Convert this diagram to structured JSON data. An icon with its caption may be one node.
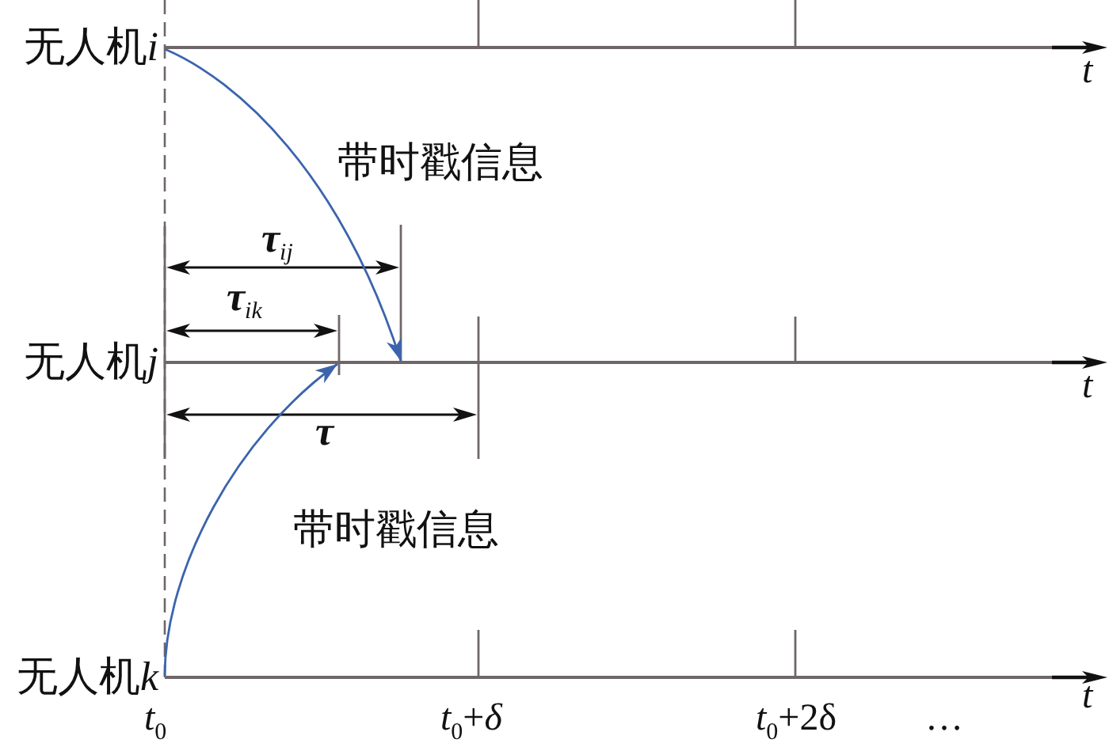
{
  "diagram": {
    "nodes": [
      {
        "text": [
          "无人机i"
        ]
      },
      {
        "text": [
          "无人机j"
        ]
      },
      {
        "text": [
          "无人机k"
        ]
      }
    ],
    "edges": [
      {
        "from": 0,
        "to": 1,
        "arrow": "to",
        "label": "带时戳信息"
      },
      {
        "from": 2,
        "to": 1,
        "arrow": "to",
        "label": "带时戳信息"
      }
    ],
    "labels": [
      "t",
      "τ$_{ij}$",
      "τ$_{ik}$",
      "t",
      "τ",
      "t",
      "*t*$_{0}$",
      "*t*$_{0}$+*δ*",
      "*t*$_{0}$+2δ",
      "…"
    ]
  }
}
